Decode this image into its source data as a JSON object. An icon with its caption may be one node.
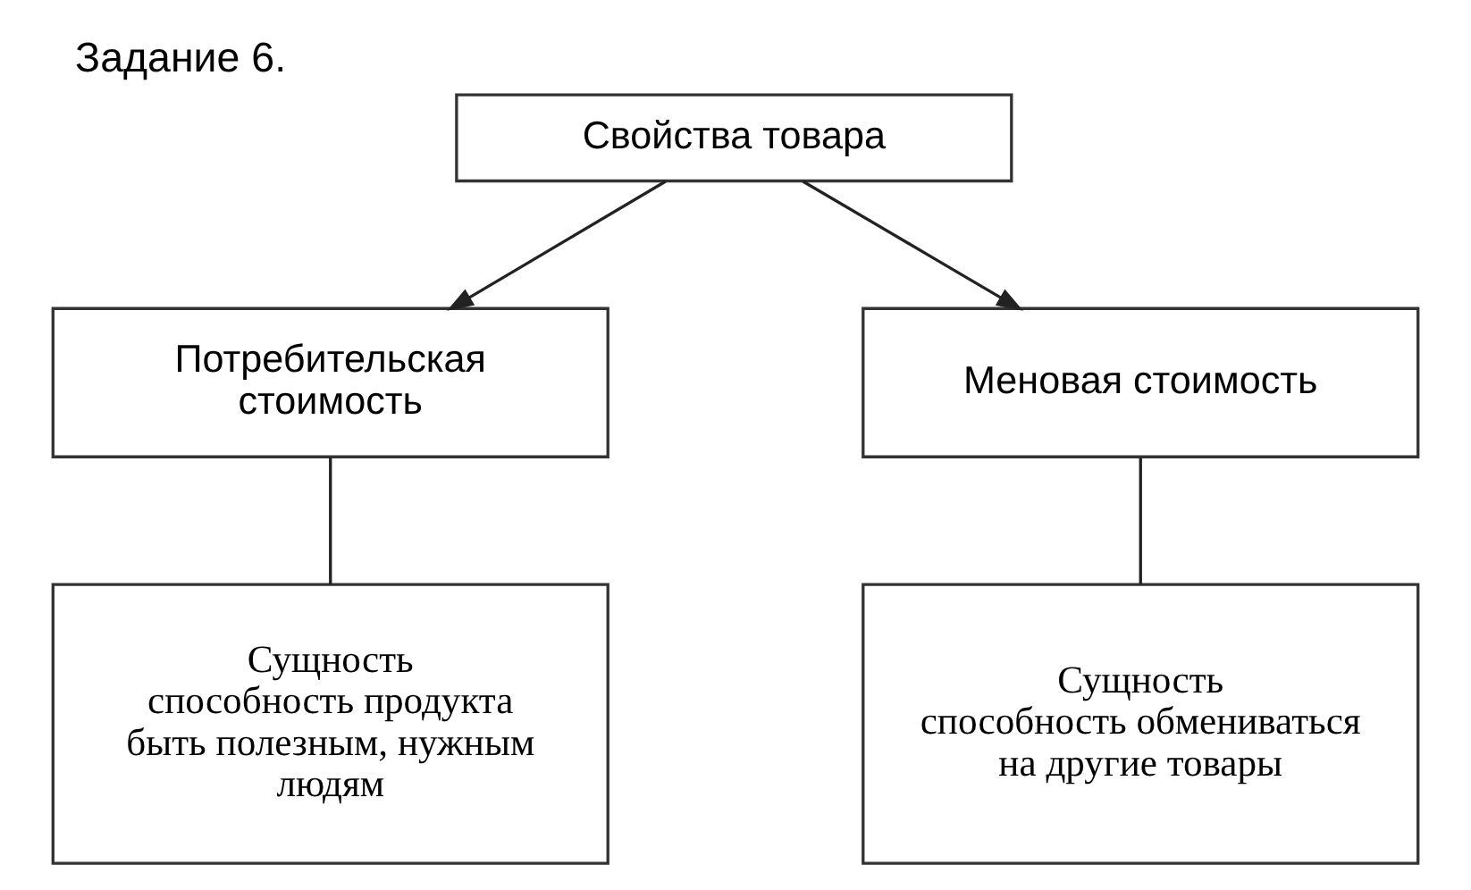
{
  "diagram": {
    "title": "Задание 6.",
    "nodes": [
      {
        "text": [
          "Свойства товара"
        ]
      },
      {
        "text": [
          "Потребительская стоимость"
        ]
      },
      {
        "text": [
          "Меновая стоимость"
        ]
      },
      {
        "text": [
          "Сущность",
          "способность продукта быть полезным, нужным людям"
        ]
      },
      {
        "text": [
          "Сущность",
          "способность обмениваться на другие товары"
        ]
      }
    ],
    "edges": [
      {
        "from": 0,
        "to": 1,
        "arrow": "to"
      },
      {
        "from": 0,
        "to": 2,
        "arrow": "to"
      },
      {
        "from": 1,
        "to": 3,
        "arrow": "none"
      },
      {
        "from": 2,
        "to": 4,
        "arrow": "none"
      }
    ]
  }
}
